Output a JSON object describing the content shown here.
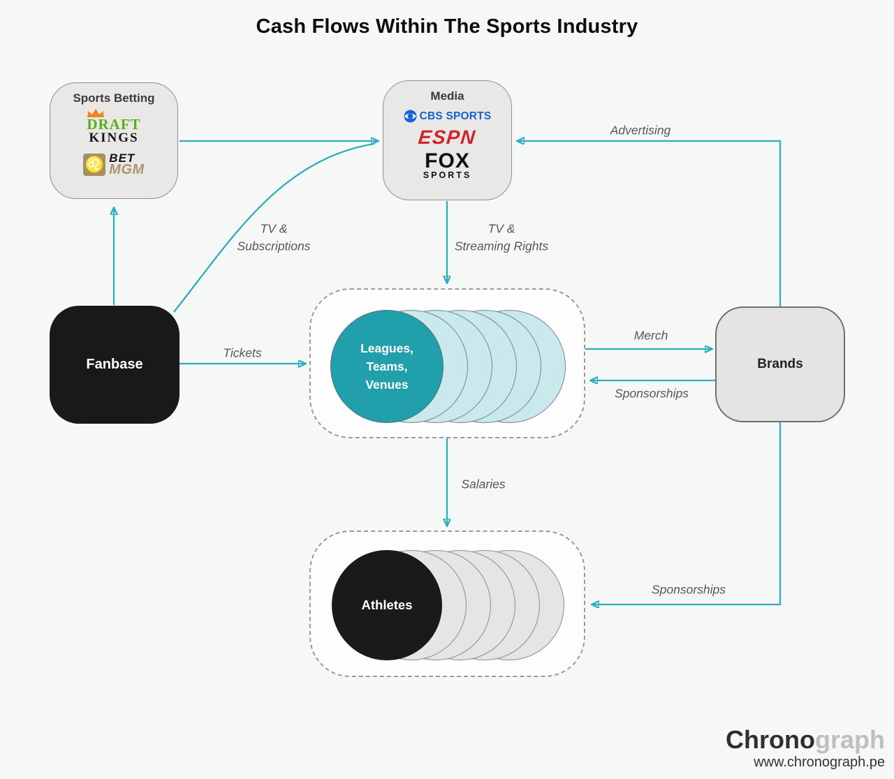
{
  "title": "Cash Flows Within The Sports Industry",
  "colors": {
    "accent_teal": "#2eaeba",
    "teal_circle": "#219fab",
    "pale_teal_circle": "#c9e9ec",
    "black_node": "#19191c",
    "gray_node": "#e9e8e7",
    "background": "#f6f7f7"
  },
  "nodes": {
    "sports_betting": {
      "title": "Sports Betting"
    },
    "media": {
      "title": "Media"
    },
    "fanbase": {
      "label": "Fanbase"
    },
    "leagues": {
      "line1": "Leagues,",
      "line2": "Teams,",
      "line3": "Venues"
    },
    "brands": {
      "label": "Brands"
    },
    "athletes": {
      "label": "Athletes"
    }
  },
  "logos": {
    "draftkings": {
      "top": "DRAFT",
      "bottom": "KINGS"
    },
    "betmgm": {
      "bet": "BET",
      "mgm": "MGM",
      "lion_glyph": "♌"
    },
    "cbs": {
      "text": "CBS SPORTS"
    },
    "espn": {
      "text": "ESPN"
    },
    "fox": {
      "top": "FOX",
      "bottom": "SPORTS"
    }
  },
  "flows": {
    "tv_subscriptions": {
      "line1": "TV &",
      "line2": "Subscriptions"
    },
    "tv_streaming": {
      "line1": "TV &",
      "line2": "Streaming Rights"
    },
    "advertising": "Advertising",
    "tickets": "Tickets",
    "merch": "Merch",
    "sponsorships_brands_to_leagues": "Sponsorships",
    "sponsorships_brands_to_athletes": "Sponsorships",
    "salaries": "Salaries"
  },
  "footer": {
    "brand_dark": "Chrono",
    "brand_light": "graph",
    "url": "www.chronograph.pe"
  }
}
